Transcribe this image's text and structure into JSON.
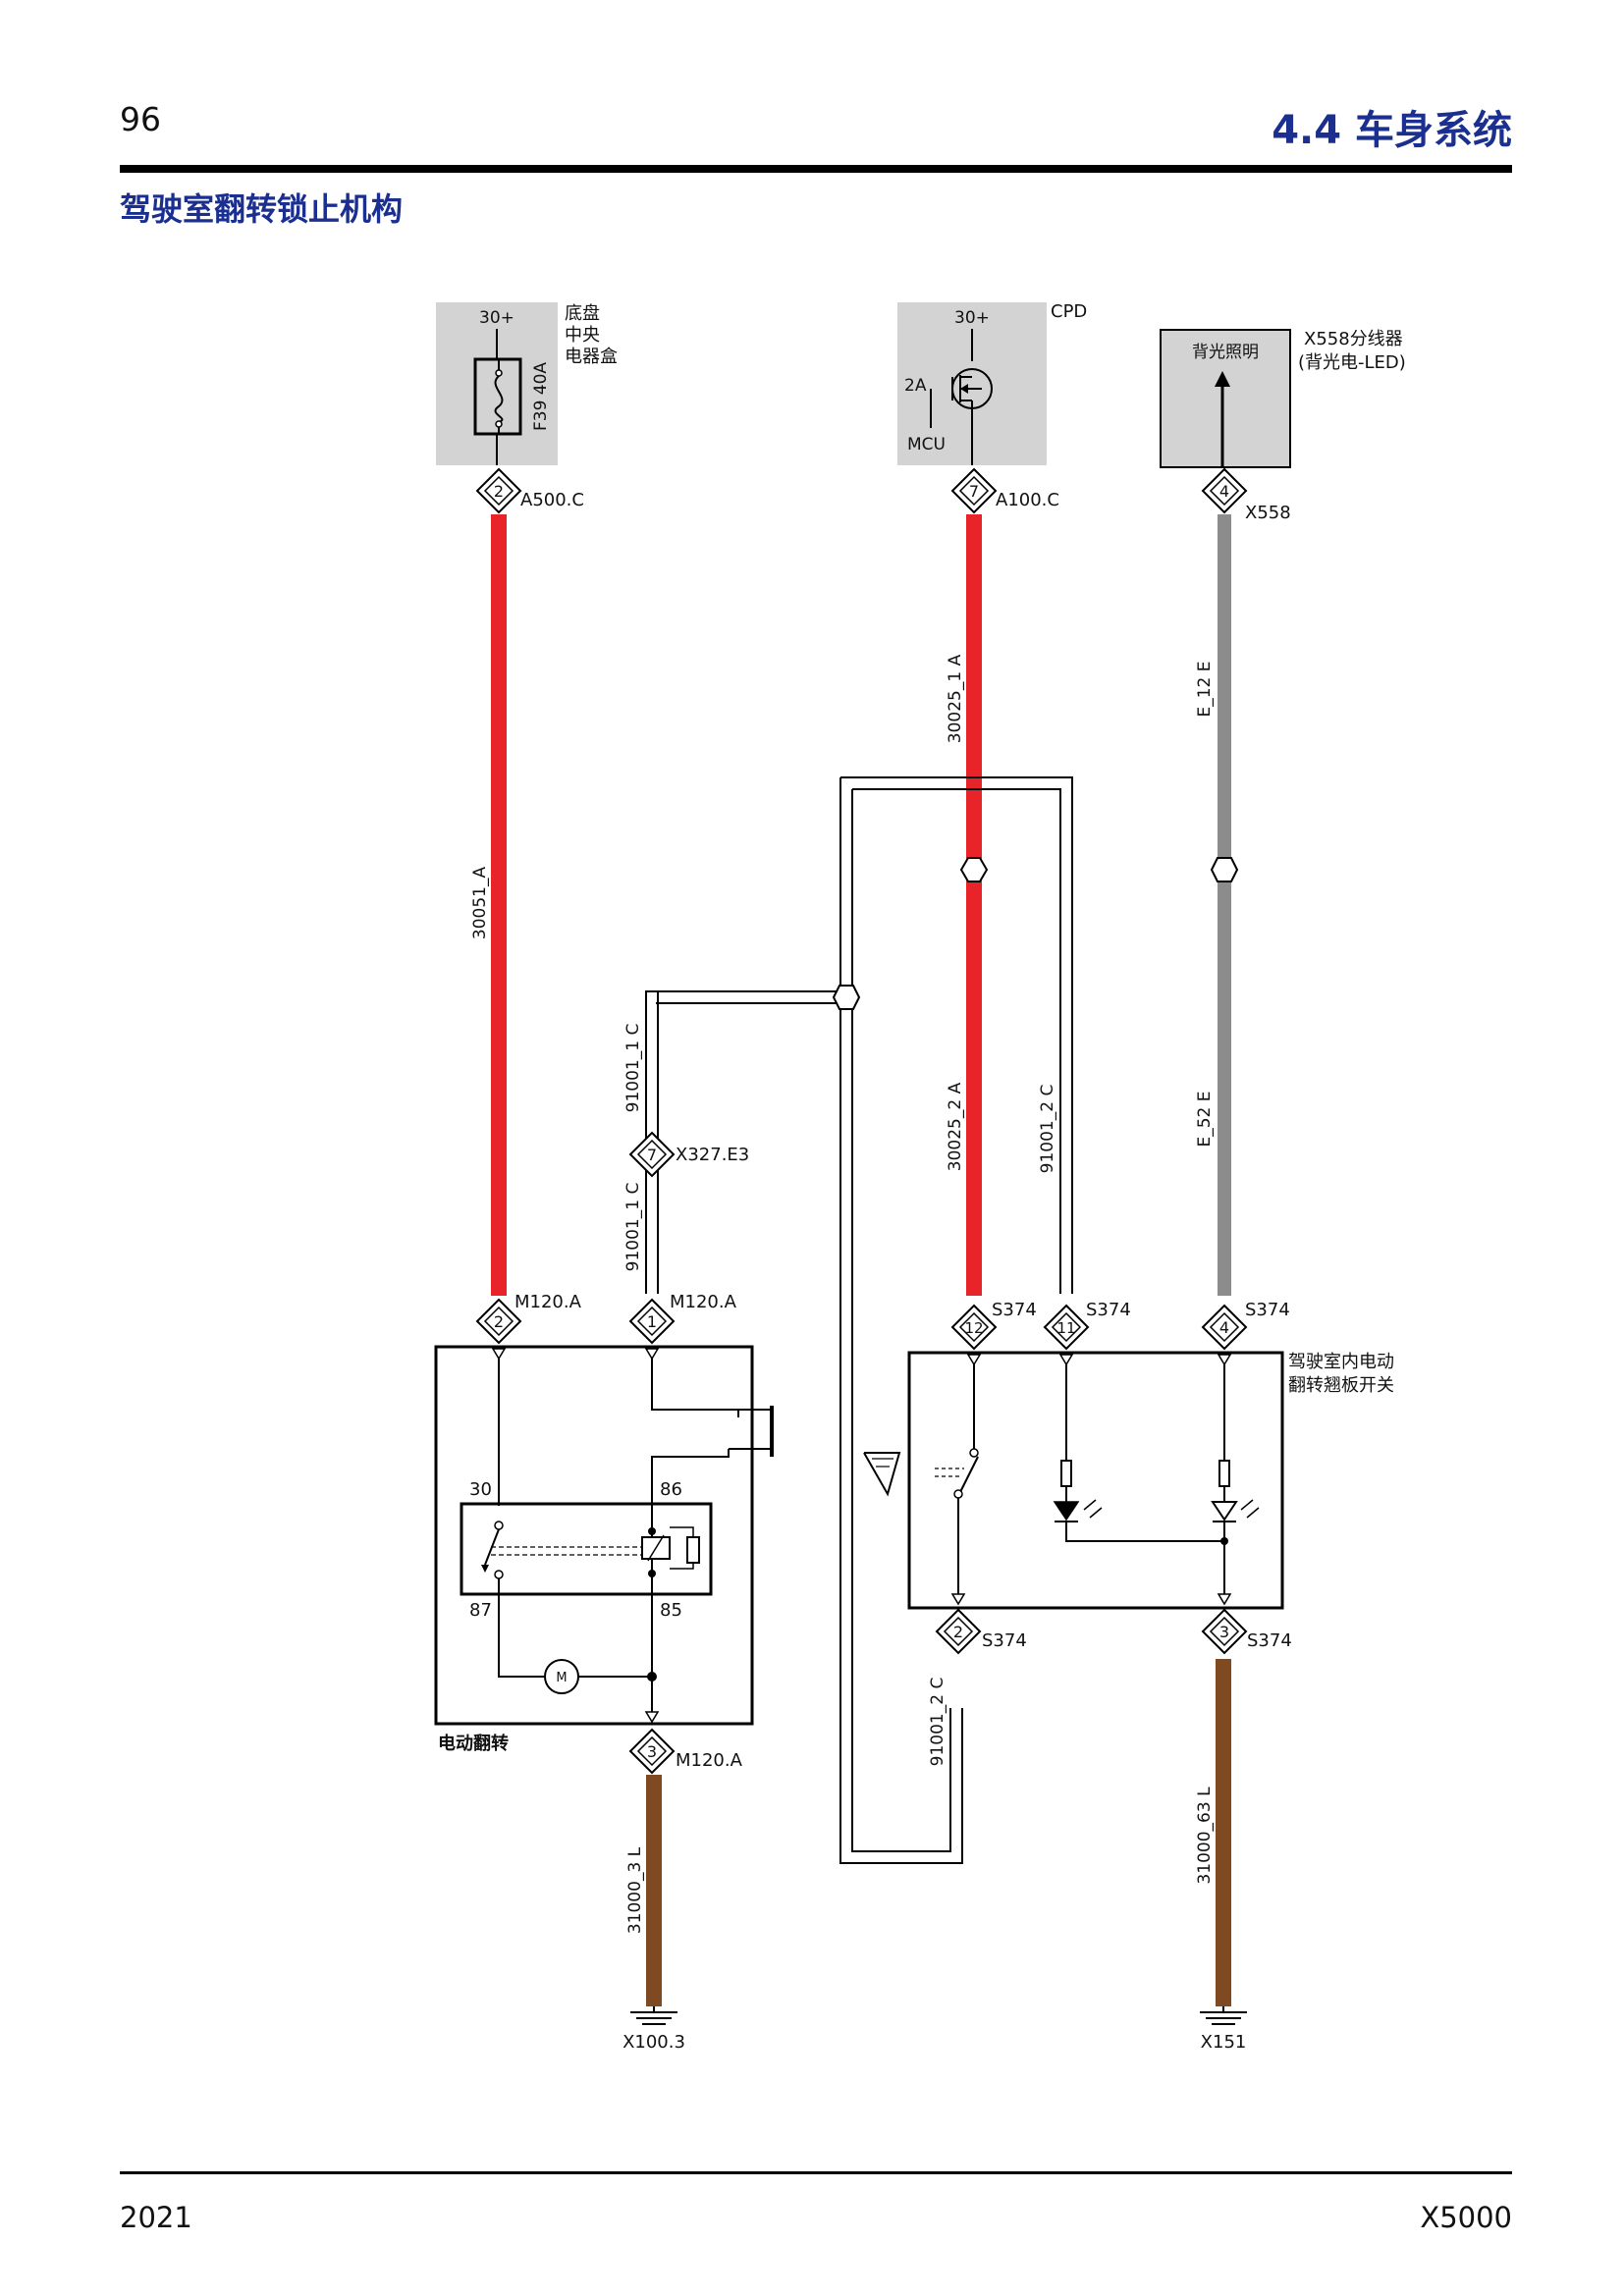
{
  "header": {
    "page_number": "96",
    "section": "4.4 车身系统"
  },
  "subtitle": "驾驶室翻转锁止机构",
  "footer": {
    "year": "2021",
    "model": "X5000"
  },
  "colors": {
    "red_wire": "#e8242a",
    "gray_wire": "#8c8c8c",
    "brown_wire": "#7f4a22",
    "box_fill": "#d3d3d3",
    "title_blue": "#1a2f8f"
  },
  "sources": {
    "fuse_box": {
      "supply": "30+",
      "name_lines": [
        "底盘",
        "中央",
        "电器盒"
      ],
      "fuse": "F39 40A"
    },
    "cpd": {
      "supply": "30+",
      "name": "CPD",
      "rating": "2A",
      "controller": "MCU"
    },
    "backlight": {
      "label": "背光照明",
      "name_lines": [
        "X558分线器",
        "(背光电-LED)"
      ]
    }
  },
  "connectors": {
    "a500": {
      "pin": "2",
      "name": "A500.C"
    },
    "a100": {
      "pin": "7",
      "name": "A100.C"
    },
    "x558": {
      "pin": "4",
      "name": "X558"
    },
    "x327": {
      "pin": "7",
      "name": "X327.E3"
    },
    "m120_2": {
      "pin": "2",
      "name": "M120.A"
    },
    "m120_1": {
      "pin": "1",
      "name": "M120.A"
    },
    "m120_3": {
      "pin": "3",
      "name": "M120.A"
    },
    "s374_12": {
      "pin": "12",
      "name": "S374"
    },
    "s374_11": {
      "pin": "11",
      "name": "S374"
    },
    "s374_4": {
      "pin": "4",
      "name": "S374"
    },
    "s374_2": {
      "pin": "2",
      "name": "S374"
    },
    "s374_3": {
      "pin": "3",
      "name": "S374"
    }
  },
  "wires": {
    "w30051": "30051_A",
    "w30025_1": "30025_1 A",
    "w30025_2": "30025_2 A",
    "we12": "E_12 E",
    "we52": "E_52 E",
    "w91001_1_upper": "91001_1 C",
    "w91001_1_lower": "91001_1 C",
    "w91001_2_right": "91001_2 C",
    "w91001_2_lower": "91001_2 C",
    "w31000_3": "31000_3 L",
    "w31000_63": "31000_63 L"
  },
  "components": {
    "pump": {
      "name": "电动翻转",
      "relay_pins": [
        "30",
        "86",
        "87",
        "85"
      ],
      "motor": "M"
    },
    "switch": {
      "name_lines": [
        "驾驶室内电动",
        "翻转翘板开关"
      ]
    }
  },
  "grounds": {
    "left": "X100.3",
    "right": "X151"
  }
}
